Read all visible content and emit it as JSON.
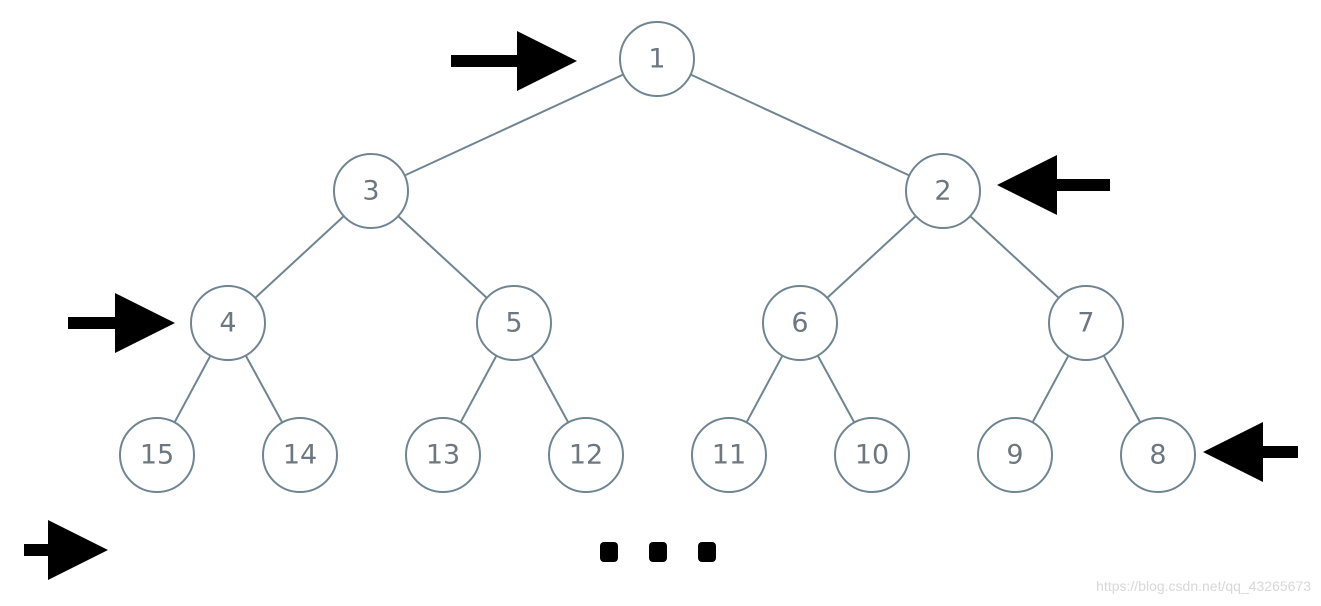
{
  "tree": {
    "nodes": [
      {
        "id": "n1",
        "label": "1"
      },
      {
        "id": "n3",
        "label": "3"
      },
      {
        "id": "n2",
        "label": "2"
      },
      {
        "id": "n4",
        "label": "4"
      },
      {
        "id": "n5",
        "label": "5"
      },
      {
        "id": "n6",
        "label": "6"
      },
      {
        "id": "n7",
        "label": "7"
      },
      {
        "id": "n15",
        "label": "15"
      },
      {
        "id": "n14",
        "label": "14"
      },
      {
        "id": "n13",
        "label": "13"
      },
      {
        "id": "n12",
        "label": "12"
      },
      {
        "id": "n11",
        "label": "11"
      },
      {
        "id": "n10",
        "label": "10"
      },
      {
        "id": "n9",
        "label": "9"
      },
      {
        "id": "n8",
        "label": "8"
      }
    ],
    "edges": [
      [
        "n1",
        "n3"
      ],
      [
        "n1",
        "n2"
      ],
      [
        "n3",
        "n4"
      ],
      [
        "n3",
        "n5"
      ],
      [
        "n2",
        "n6"
      ],
      [
        "n2",
        "n7"
      ],
      [
        "n4",
        "n15"
      ],
      [
        "n4",
        "n14"
      ],
      [
        "n5",
        "n13"
      ],
      [
        "n5",
        "n12"
      ],
      [
        "n6",
        "n11"
      ],
      [
        "n6",
        "n10"
      ],
      [
        "n7",
        "n9"
      ],
      [
        "n7",
        "n8"
      ]
    ]
  },
  "arrows": [
    {
      "target": "level-1",
      "direction": "right"
    },
    {
      "target": "level-2",
      "direction": "left"
    },
    {
      "target": "level-3",
      "direction": "right"
    },
    {
      "target": "level-4",
      "direction": "left"
    },
    {
      "target": "level-5",
      "direction": "right"
    }
  ],
  "colors": {
    "node_stroke": "#6f8592",
    "node_text": "#6d7780",
    "arrow": "#000000"
  },
  "watermark": "https://blog.csdn.net/qq_43265673"
}
